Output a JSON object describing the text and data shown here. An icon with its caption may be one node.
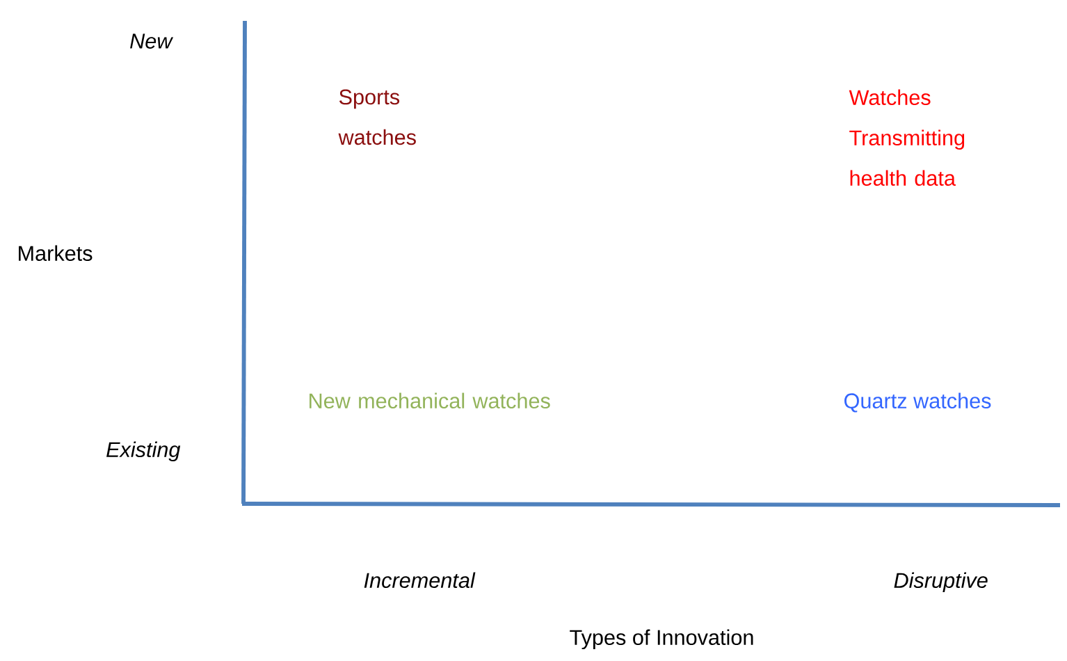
{
  "diagram": {
    "labels": [
      "New",
      "Sports watches",
      "Watches Transmitting health data",
      "Markets",
      "New mechanical watches",
      "Quartz watches",
      "Existing",
      "Incremental",
      "Disruptive",
      "Types of Innovation"
    ]
  }
}
